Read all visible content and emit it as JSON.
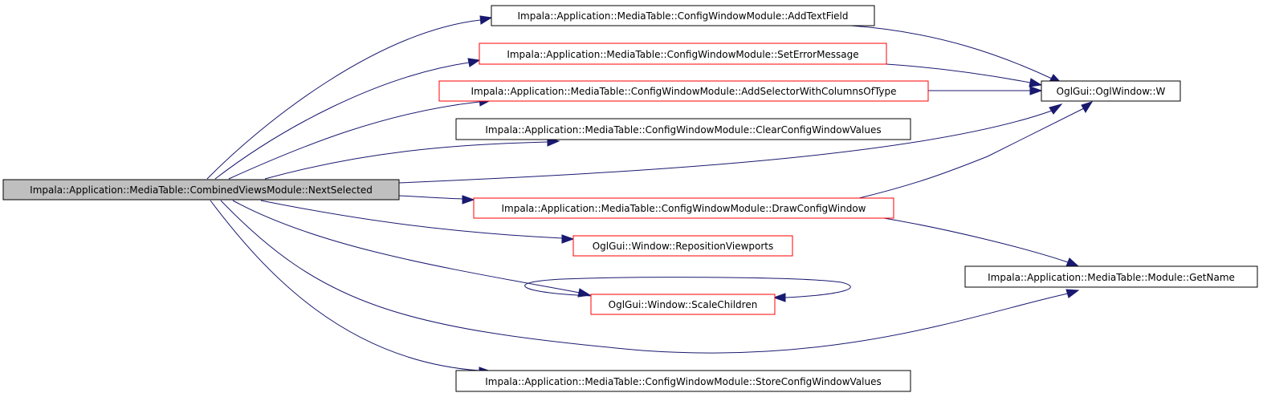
{
  "nodes": {
    "next_selected": "Impala::Application::MediaTable::CombinedViewsModule::NextSelected",
    "add_text_field": "Impala::Application::MediaTable::ConfigWindowModule::AddTextField",
    "set_error_message": "Impala::Application::MediaTable::ConfigWindowModule::SetErrorMessage",
    "add_selector": "Impala::Application::MediaTable::ConfigWindowModule::AddSelectorWithColumnsOfType",
    "clear_values": "Impala::Application::MediaTable::ConfigWindowModule::ClearConfigWindowValues",
    "draw_config_window": "Impala::Application::MediaTable::ConfigWindowModule::DrawConfigWindow",
    "reposition_viewports": "OglGui::Window::RepositionViewports",
    "scale_children": "OglGui::Window::ScaleChildren",
    "store_values": "Impala::Application::MediaTable::ConfigWindowModule::StoreConfigWindowValues",
    "ogl_window_w": "OglGui::OglWindow::W",
    "module_get_name": "Impala::Application::MediaTable::Module::GetName"
  },
  "colors": {
    "edge": "#191970",
    "root_fill": "#bfbfbf",
    "highlight_border": "#ff0000",
    "normal_border": "#000000"
  }
}
